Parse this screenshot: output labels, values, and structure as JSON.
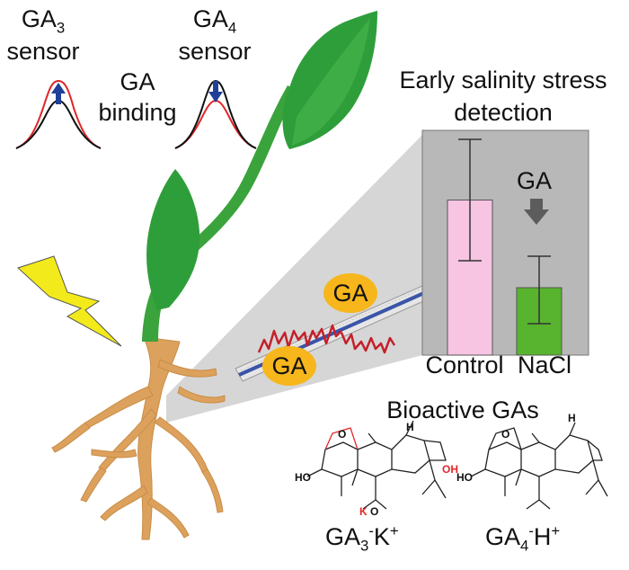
{
  "sensors": {
    "ga3": {
      "main": "GA",
      "sub": "3",
      "word": "sensor"
    },
    "ga4": {
      "main": "GA",
      "sub": "4",
      "word": "sensor"
    },
    "binding_line1": "GA",
    "binding_line2": "binding"
  },
  "panel": {
    "title_line1": "Early salinity stress",
    "title_line2": "detection",
    "arrow_label": "GA"
  },
  "chart_data": {
    "type": "bar",
    "categories": [
      "Control",
      "NaCl"
    ],
    "values": [
      0.69,
      0.3
    ],
    "error_bars": [
      [
        0.42,
        0.96
      ],
      [
        0.14,
        0.44
      ]
    ],
    "ylim": [
      0,
      1
    ],
    "colors": [
      "#f7c4e2",
      "#58b42e"
    ],
    "grid": false
  },
  "nanosensor": {
    "label_top": "GA",
    "label_bottom": "GA"
  },
  "molecules": {
    "title": "Bioactive GAs",
    "ga3_label": {
      "main": "GA",
      "sub": "3",
      "sup1": "-",
      "ion": "K",
      "sup2": "+"
    },
    "ga4_label": {
      "main": "GA",
      "sub": "4",
      "sup1": "-",
      "ion": "H",
      "sup2": "+"
    },
    "atom_o": "O",
    "atom_h": "H",
    "atom_ho": "HO",
    "atom_oh": "OH",
    "atom_k": "K",
    "atom_o_minus": "O"
  },
  "colors": {
    "leaf": "#2e9e3a",
    "stem": "#3aa33c",
    "root": "#dca15c",
    "bolt": "#f2ea1a",
    "panel_bg": "#b8b8b8",
    "ga_badge": "#f7b61c",
    "polymer": "#c4202a",
    "curve_red": "#e0262a",
    "curve_black": "#111111",
    "arrow_blue": "#1f3f99"
  }
}
